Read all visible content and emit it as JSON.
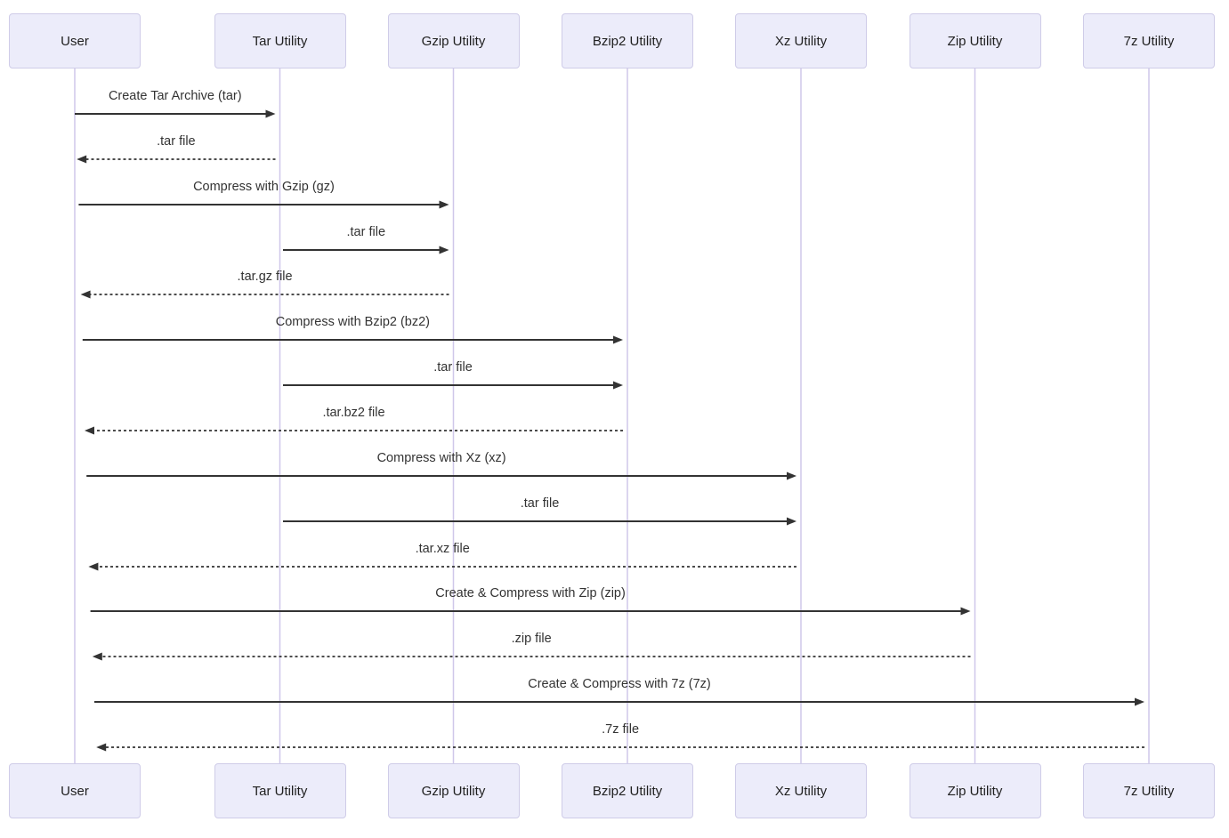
{
  "diagram": {
    "type": "sequence",
    "actors": [
      {
        "label": "User"
      },
      {
        "label": "Tar Utility"
      },
      {
        "label": "Gzip Utility"
      },
      {
        "label": "Bzip2 Utility"
      },
      {
        "label": "Xz Utility"
      },
      {
        "label": "Zip Utility"
      },
      {
        "label": "7z Utility"
      }
    ],
    "messages": [
      {
        "from": 0,
        "to": 1,
        "label": "Create Tar Archive (tar)",
        "line": "solid"
      },
      {
        "from": 1,
        "to": 0,
        "label": ".tar file",
        "line": "dashed"
      },
      {
        "from": 0,
        "to": 2,
        "label": "Compress with Gzip (gz)",
        "line": "solid"
      },
      {
        "from": 1,
        "to": 2,
        "label": ".tar file",
        "line": "solid"
      },
      {
        "from": 2,
        "to": 0,
        "label": ".tar.gz file",
        "line": "dashed"
      },
      {
        "from": 0,
        "to": 3,
        "label": "Compress with Bzip2 (bz2)",
        "line": "solid"
      },
      {
        "from": 1,
        "to": 3,
        "label": ".tar file",
        "line": "solid"
      },
      {
        "from": 3,
        "to": 0,
        "label": ".tar.bz2 file",
        "line": "dashed"
      },
      {
        "from": 0,
        "to": 4,
        "label": "Compress with Xz (xz)",
        "line": "solid"
      },
      {
        "from": 1,
        "to": 4,
        "label": ".tar file",
        "line": "solid"
      },
      {
        "from": 4,
        "to": 0,
        "label": ".tar.xz file",
        "line": "dashed"
      },
      {
        "from": 0,
        "to": 5,
        "label": "Create & Compress with Zip (zip)",
        "line": "solid"
      },
      {
        "from": 5,
        "to": 0,
        "label": ".zip file",
        "line": "dashed"
      },
      {
        "from": 0,
        "to": 6,
        "label": "Create & Compress with 7z (7z)",
        "line": "solid"
      },
      {
        "from": 6,
        "to": 0,
        "label": ".7z file",
        "line": "dashed"
      }
    ],
    "colors": {
      "background": "#ffffff",
      "actor_fill": "#ececfa",
      "actor_border": "#cfcce8",
      "lifeline": "#cfc7ea",
      "arrow": "#333333",
      "text": "#333333"
    }
  }
}
